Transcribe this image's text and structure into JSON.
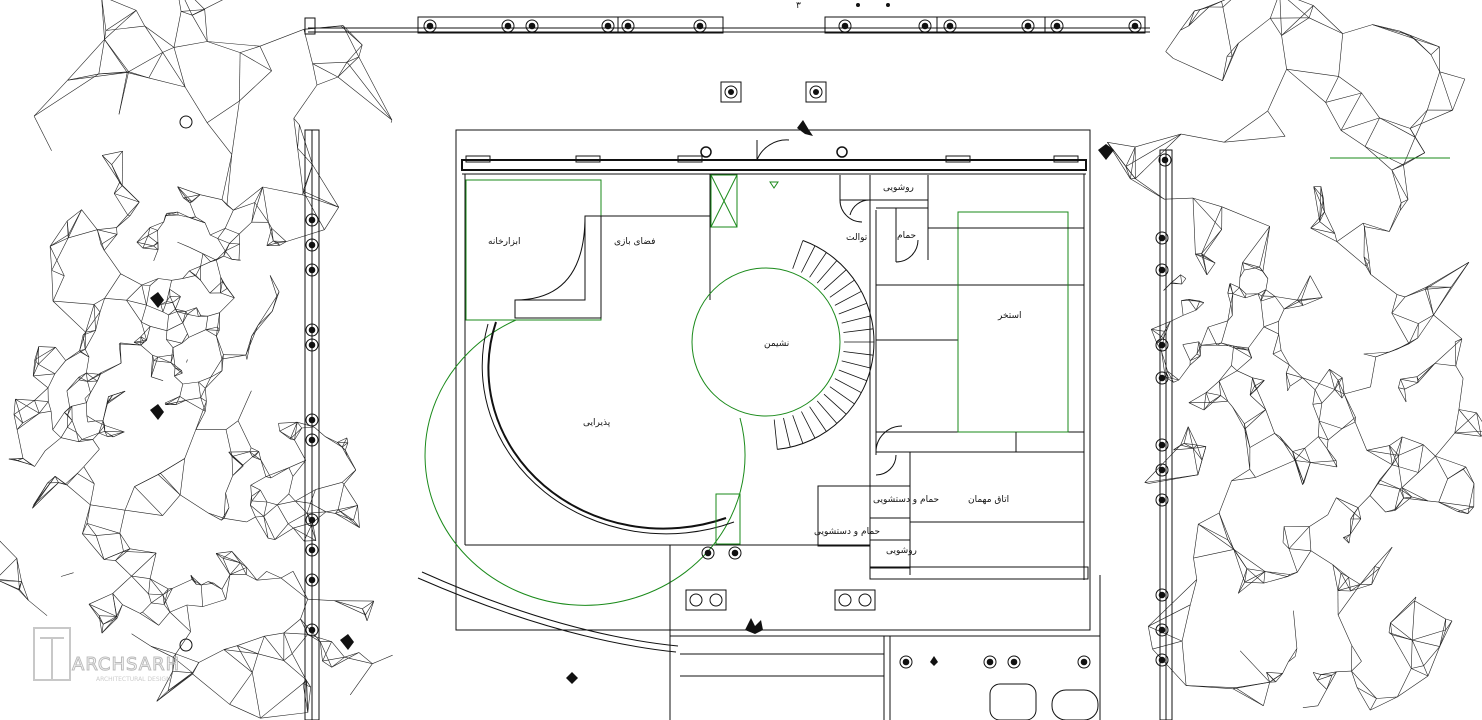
{
  "plan": {
    "rooms": [
      {
        "key": "workshop",
        "text": "ابزارخانه"
      },
      {
        "key": "play",
        "text": "فضای بازی"
      },
      {
        "key": "sitting",
        "text": "نشیمن"
      },
      {
        "key": "reception",
        "text": "پذیرایی"
      },
      {
        "key": "pool",
        "text": "استخر"
      },
      {
        "key": "guest",
        "text": "اتاق مهمان"
      },
      {
        "key": "bath1",
        "text": "حمام و دستشویی"
      },
      {
        "key": "bath2",
        "text": "حمام و دستشویی"
      },
      {
        "key": "washbasin1",
        "text": "روشویی"
      },
      {
        "key": "washbasin2",
        "text": "روشویی"
      },
      {
        "key": "toilet",
        "text": "توالت"
      },
      {
        "key": "shower",
        "text": "حمام"
      }
    ],
    "top_mark": "۳"
  },
  "watermark": {
    "brand": "ARCHSARH",
    "tagline": "ARCHITECTURAL DESIGN"
  }
}
